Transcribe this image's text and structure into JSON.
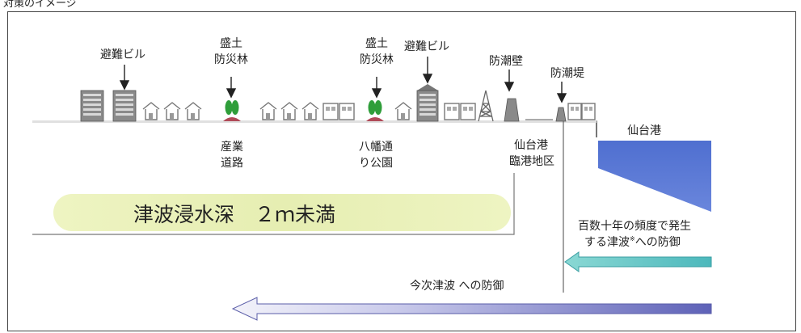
{
  "corner_caption": "対策のイメージ",
  "labels": {
    "evac_bldg_left": "避難ビル",
    "embankment_left_1": "盛土",
    "embankment_left_2": "防災林",
    "embankment_mid_1": "盛土",
    "embankment_mid_2": "防災林",
    "evac_bldg_right": "避難ビル",
    "seawall": "防潮壁",
    "levee": "防潮堤",
    "industrial_road_1": "産業",
    "industrial_road_2": "道路",
    "park_1": "八幡通",
    "park_2": "り公園",
    "port_area_1": "仙台港",
    "port_area_2": "臨港地区",
    "sendai_port": "仙台港",
    "inundation": "津波浸水深　２ｍ未満",
    "defense_century_1": "百数十年の頻度で発生",
    "defense_century_2": "する津波",
    "defense_century_mark": "※",
    "defense_century_3": "への防御",
    "defense_recent": "今次津波 への防御"
  },
  "colors": {
    "sea": "#5b78d4",
    "inundation_fill": "#e8efb9",
    "arrow_short": "#5fc4c4",
    "arrow_long": "#7d7fc7",
    "tree": "#2f9e3a",
    "mound": "#b04a58"
  }
}
